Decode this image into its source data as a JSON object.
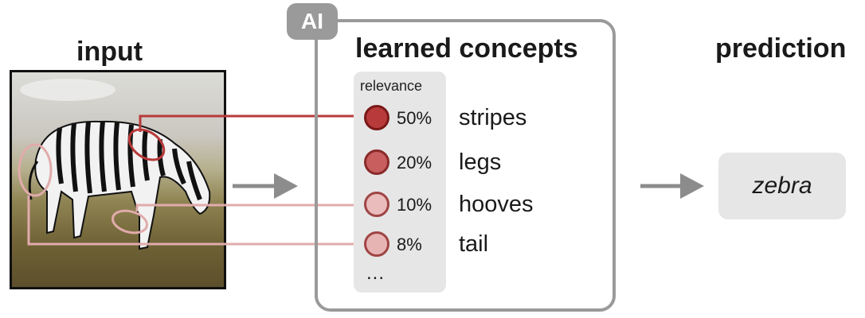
{
  "headings": {
    "input": "input",
    "concepts": "learned concepts",
    "prediction": "prediction"
  },
  "ai_badge": "AI",
  "relevance_label": "relevance",
  "concepts": [
    {
      "percent": "50%",
      "name": "stripes",
      "color": "#b83a3a",
      "border": "#7a1818"
    },
    {
      "percent": "20%",
      "name": "legs",
      "color": "#c85e5e",
      "border": "#8a2a2a"
    },
    {
      "percent": "10%",
      "name": "hooves",
      "color": "#ebbcbc",
      "border": "#a04444"
    },
    {
      "percent": "8%",
      "name": "tail",
      "color": "#e7b4b4",
      "border": "#a04444"
    }
  ],
  "ellipsis": "...",
  "prediction": "zebra",
  "colors": {
    "ai_frame": "#9a9a9a",
    "panel": "#e6e6e6",
    "stripes_link": "#b83a3a",
    "hooves_link": "#e1abab",
    "tail_link": "#e1abab",
    "arrow": "#8c8c8c"
  }
}
